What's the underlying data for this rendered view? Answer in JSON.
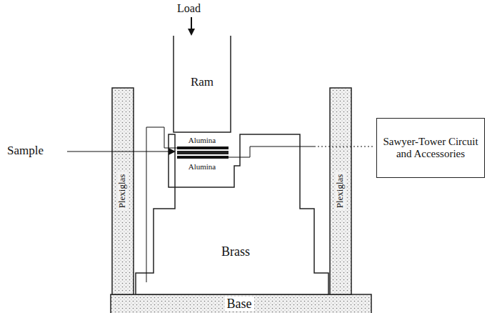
{
  "diagram": {
    "nodes": [
      {
        "text": [
          "Ram"
        ]
      },
      {
        "text": [
          "Alumina"
        ]
      },
      {
        "text": [
          "Alumina"
        ]
      },
      {
        "text": [
          "Plexiglas"
        ]
      },
      {
        "text": [
          "Brass"
        ]
      },
      {
        "text": [
          "Plexiglas"
        ]
      },
      {
        "text": [
          "Base"
        ]
      },
      {
        "text": [
          "Sawyer-Tower Circuit and Accessories"
        ]
      }
    ],
    "labels": [
      "Load",
      "Sample"
    ]
  }
}
